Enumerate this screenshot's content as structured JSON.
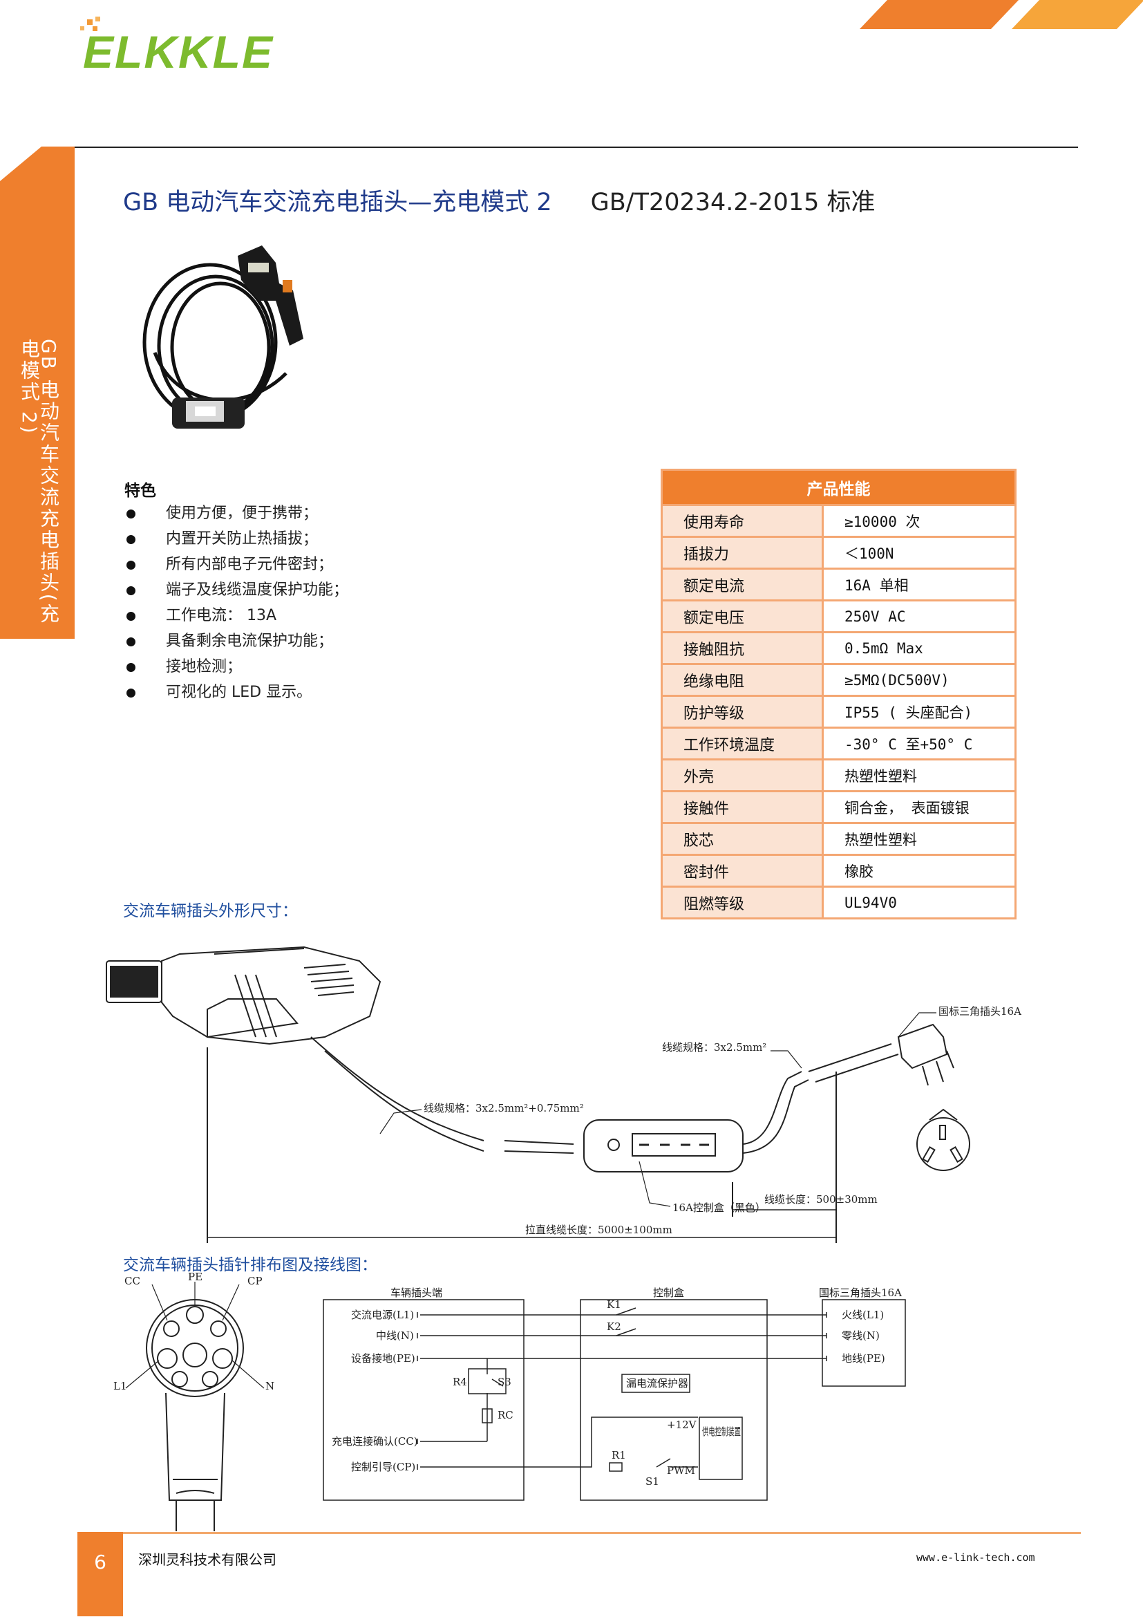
{
  "brand": {
    "logo_text": "ELKKLE",
    "accent": "#ef7f2d",
    "logo_green": "#7dbb2e",
    "title_blue": "#1f3a8a"
  },
  "side_tab": {
    "text": "GB 电动汽车交流充电插头(充电模式 2)"
  },
  "title": {
    "main": "GB 电动汽车交流充电插头—充电模式 2",
    "standard": "GB/T20234.2-2015 标准"
  },
  "photo": {
    "icon": "ev-charger-cable-photo"
  },
  "features": {
    "heading": "特色",
    "items": [
      "使用方便，便于携带；",
      "内置开关防止热插拔；",
      "所有内部电子元件密封；",
      "端子及线缆温度保护功能；",
      "工作电流： 13A",
      "具备剩余电流保护功能；",
      "接地检测；",
      "可视化的 LED 显示。"
    ]
  },
  "specs": {
    "heading": "产品性能",
    "rows": [
      {
        "k": "使用寿命",
        "v": "≥10000 次"
      },
      {
        "k": "插拔力",
        "v": "＜100N"
      },
      {
        "k": "额定电流",
        "v": "16A 单相"
      },
      {
        "k": "额定电压",
        "v": "250V AC"
      },
      {
        "k": "接触阻抗",
        "v": "0.5mΩ Max"
      },
      {
        "k": "绝缘电阻",
        "v": "≥5MΩ(DC500V)"
      },
      {
        "k": "防护等级",
        "v": "IP55 ( 头座配合)"
      },
      {
        "k": "工作环境温度",
        "v": "-30° C 至+50° C"
      },
      {
        "k": "外壳",
        "v": "热塑性塑料"
      },
      {
        "k": "接触件",
        "v": "铜合金， 表面镀银"
      },
      {
        "k": "胶芯",
        "v": "热塑性塑料"
      },
      {
        "k": "密封件",
        "v": "橡胶"
      },
      {
        "k": "阻燃等级",
        "v": "UL94V0"
      }
    ]
  },
  "dimensions": {
    "heading": "交流车辆插头外形尺寸：",
    "cable_spec_1": "线缆规格：3x2.5mm²+0.75mm²",
    "cable_spec_2": "线缆规格：3x2.5mm²",
    "plug_label": "国标三角插头16A",
    "control_box": "16A控制盒（黑色）",
    "cable_length": "线缆长度：500±30mm",
    "total_length": "拉直线缆长度：5000±100mm"
  },
  "wiring": {
    "heading": "交流车辆插头插针排布图及接线图：",
    "pins": {
      "cc": "CC",
      "pe": "PE",
      "cp": "CP",
      "l1": "L1",
      "n": "N"
    },
    "vehicle_box_title": "车辆插头端",
    "control_box_title": "控制盒",
    "plug_box_title": "国标三角插头16A",
    "left_signals": [
      "交流电源(L1)",
      "中线(N)",
      "设备接地(PE)",
      "充电连接确认(CC)",
      "控制引导(CP)"
    ],
    "right_signals": [
      "火线(L1)",
      "零线(N)",
      "地线(PE)"
    ],
    "components": {
      "k1": "K1",
      "k2": "K2",
      "r4": "R4",
      "s3": "S3",
      "rc": "RC",
      "r1": "R1",
      "s1": "S1",
      "v12": "+12V",
      "pwm": "PWM"
    },
    "leak_protector": "漏电流保护器",
    "power_control": "供电控制装置"
  },
  "footer": {
    "page": "6",
    "company": "深圳灵科技术有限公司",
    "url": "www.e-link-tech.com"
  }
}
